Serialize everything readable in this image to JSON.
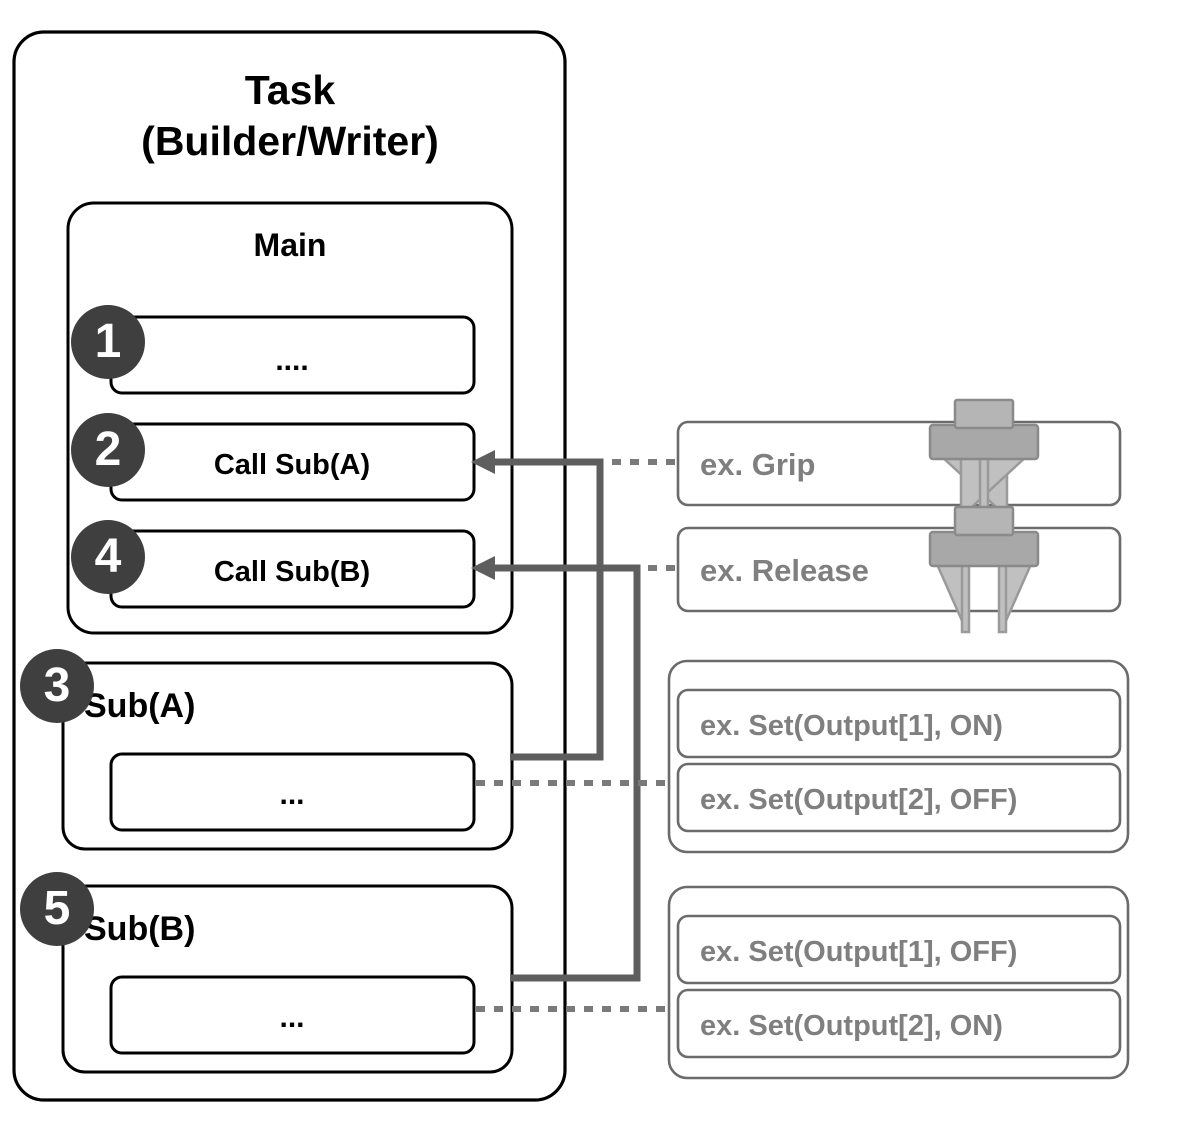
{
  "diagram": {
    "title": "Task\n(Builder/Writer)",
    "title_line1": "Task",
    "title_line2": "(Builder/Writer)"
  },
  "task": {
    "label_line1": "Task",
    "label_line2": "(Builder/Writer)"
  },
  "main": {
    "label": "Main",
    "steps": [
      {
        "number": "1",
        "label": "...."
      },
      {
        "number": "2",
        "label": "Call  Sub(A)"
      },
      {
        "number": "4",
        "label": "Call  Sub(B)"
      }
    ]
  },
  "subs": [
    {
      "number": "3",
      "label": "Sub(A)",
      "body": "..."
    },
    {
      "number": "5",
      "label": "Sub(B)",
      "body": "..."
    }
  ],
  "actions": [
    {
      "label": "ex. Grip",
      "icon": "gripper-closed-icon"
    },
    {
      "label": "ex. Release",
      "icon": "gripper-open-icon"
    }
  ],
  "output_groups": [
    {
      "items": [
        {
          "label": "ex. Set(Output[1], ON)"
        },
        {
          "label": "ex. Set(Output[2], OFF)"
        }
      ]
    },
    {
      "items": [
        {
          "label": "ex. Set(Output[1], OFF)"
        },
        {
          "label": "ex. Set(Output[2], ON)"
        }
      ]
    }
  ],
  "colors": {
    "outline_black": "#000000",
    "outline_gray": "#6b6b6b",
    "text_gray": "#7f7f7f",
    "badge_fill": "#3f3f3f",
    "connector": "#5e5e5e",
    "gripper_body": "#b5b5b5",
    "gripper_finger": "#c0c0c0",
    "background": "#ffffff"
  }
}
